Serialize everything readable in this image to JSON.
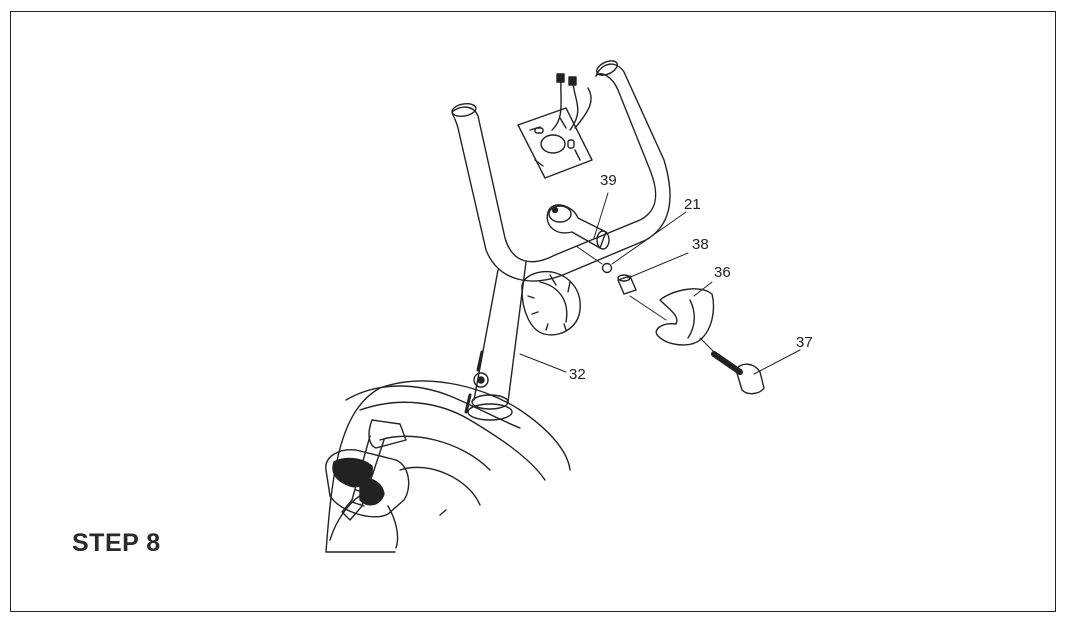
{
  "step": {
    "title": "STEP 8"
  },
  "callouts": {
    "c39": "39",
    "c21": "21",
    "c38": "38",
    "c36": "36",
    "c37": "37",
    "c32": "32"
  },
  "colors": {
    "ink": "#222222",
    "paper": "#ffffff"
  }
}
